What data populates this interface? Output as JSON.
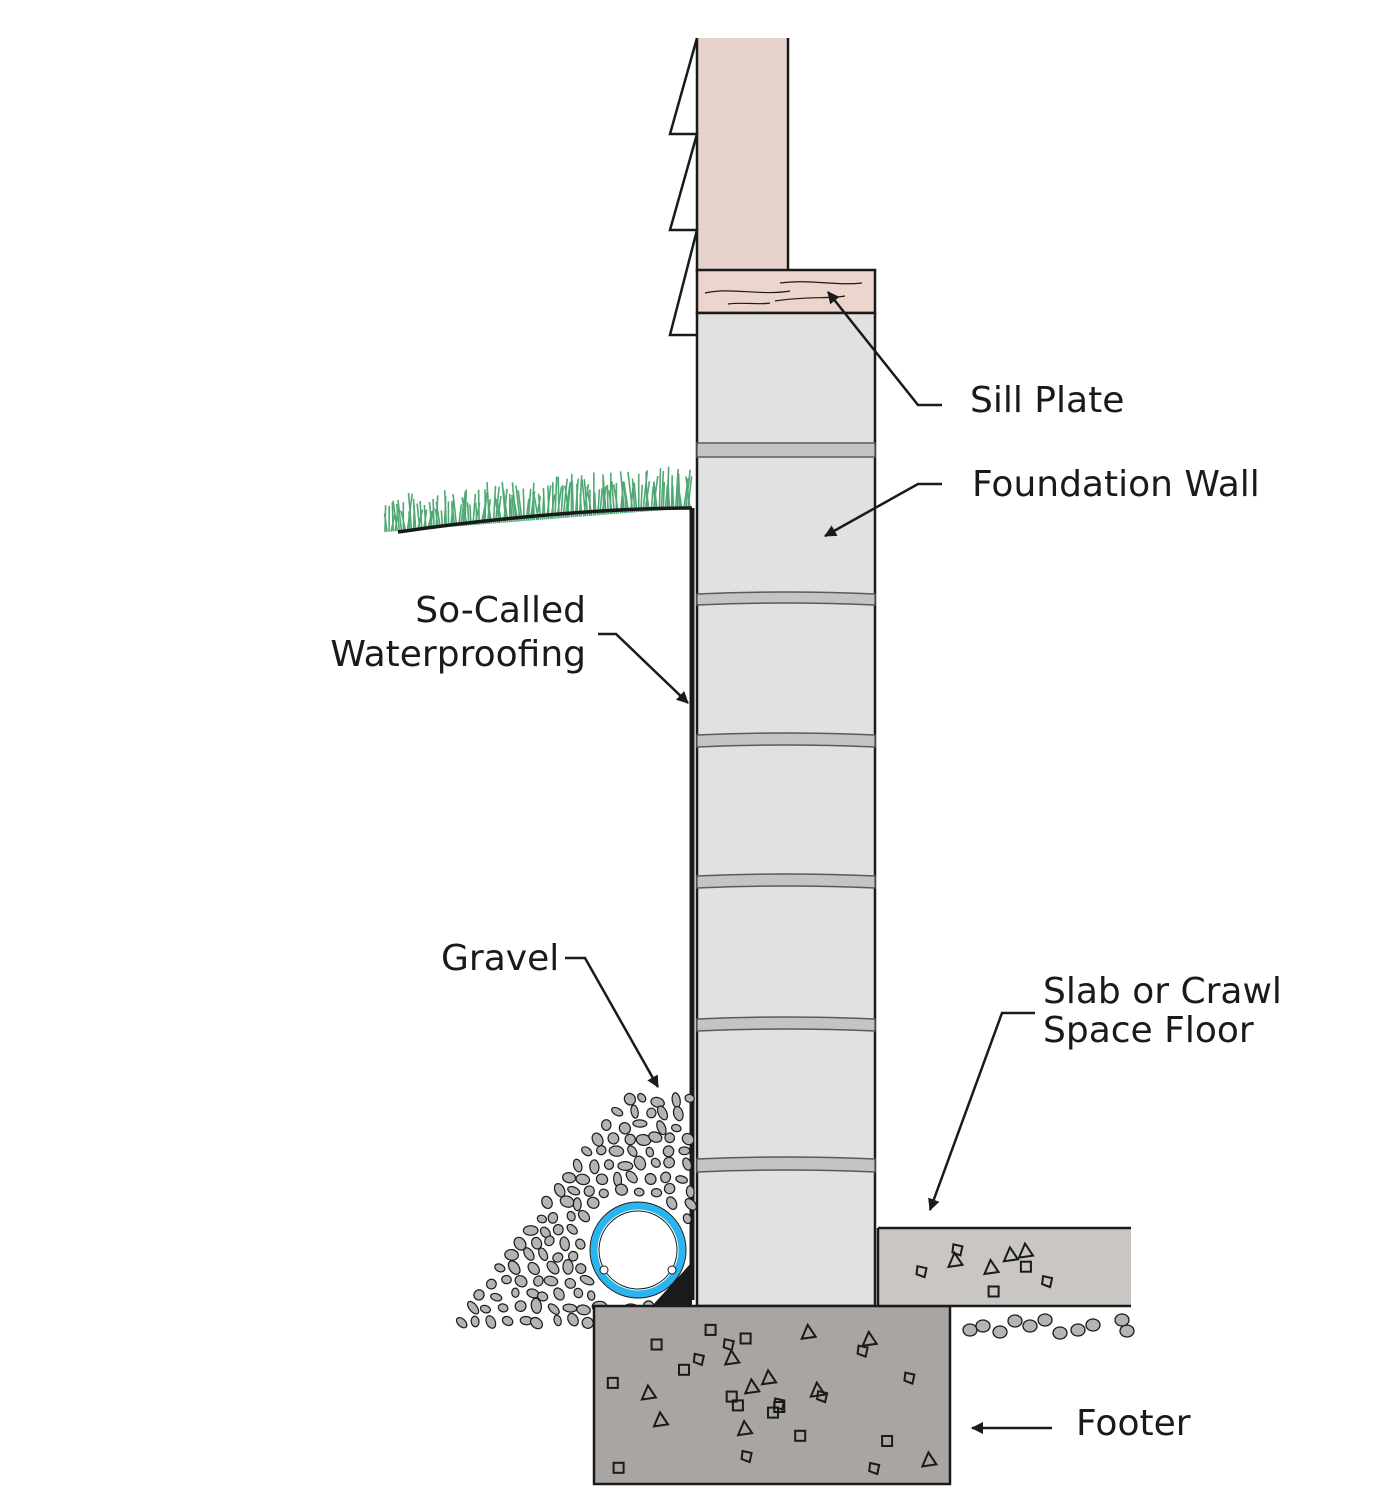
{
  "labels": {
    "sill_plate": "Sill Plate",
    "foundation_wall": "Foundation Wall",
    "waterproofing_line1": "So-Called",
    "waterproofing_line2": "Waterproofing",
    "gravel": "Gravel",
    "slab_line1": "Slab or Crawl",
    "slab_line2": "Space Floor",
    "footer": "Footer"
  },
  "colors": {
    "wall_stud": "#e6d3cc",
    "sill_plate": "#ecd5cd",
    "block": "#e1e1e1",
    "mortar": "#c4c4c4",
    "footer": "#a8a5a3",
    "slab": "#c9c6c3",
    "gravel": "#b4b4b4",
    "drain_pipe": "#29b6f0",
    "grass": "#4fa873",
    "outline": "#1a1a1a"
  }
}
